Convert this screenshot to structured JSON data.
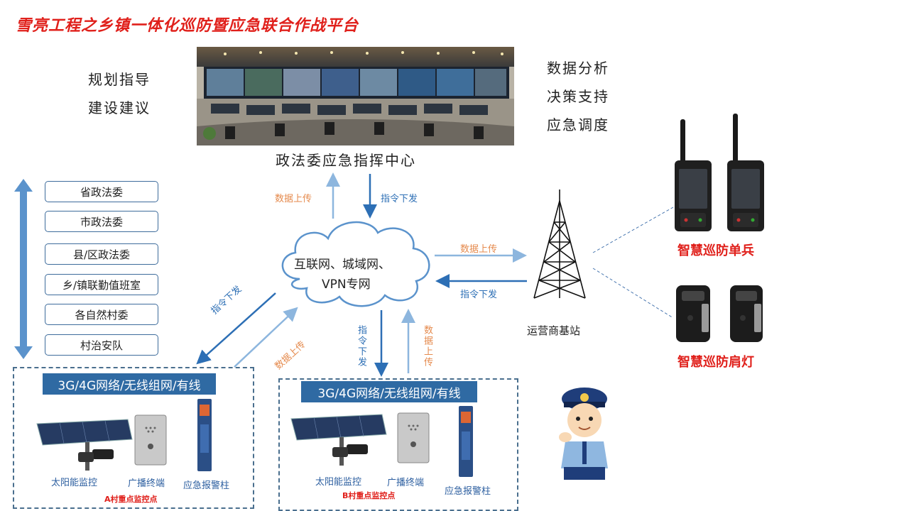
{
  "title": "雪亮工程之乡镇一体化巡防暨应急联合作战平台",
  "left_notes": [
    "规划指导",
    "建设建议"
  ],
  "right_notes": [
    "数据分析",
    "决策支持",
    "应急调度"
  ],
  "command_center": "政法委应急指挥中心",
  "hierarchy": [
    "省政法委",
    "市政法委",
    "县/区政法委",
    "乡/镇联勤值班室",
    "各自然村委",
    "村治安队"
  ],
  "cloud_text": [
    "互联网、城域网、",
    "VPN专网"
  ],
  "flows": {
    "center_up": "数据上传",
    "center_down": "指令下发",
    "bs_up": "数据上传",
    "bs_down": "指令下发",
    "a_down": "指令下发",
    "a_up": "数据上传",
    "b_down": "指令下发",
    "b_up": "数据上传"
  },
  "base_station": "运营商基站",
  "devices_right": [
    "智慧巡防单兵",
    "智慧巡防肩灯"
  ],
  "village_a": {
    "network": "3G/4G网络/无线组网/有线",
    "devices": [
      "太阳能监控",
      "广播终端",
      "应急报警柱"
    ],
    "point": "A村重点监控点"
  },
  "village_b": {
    "network": "3G/4G网络/无线组网/有线",
    "devices": [
      "太阳能监控",
      "广播终端",
      "应急报警柱"
    ],
    "point": "B村重点监控点"
  },
  "colors": {
    "title": "#e0201b",
    "accent_blue": "#2f6aa3",
    "upload": "#e58a4d",
    "command": "#2d6fb5"
  }
}
